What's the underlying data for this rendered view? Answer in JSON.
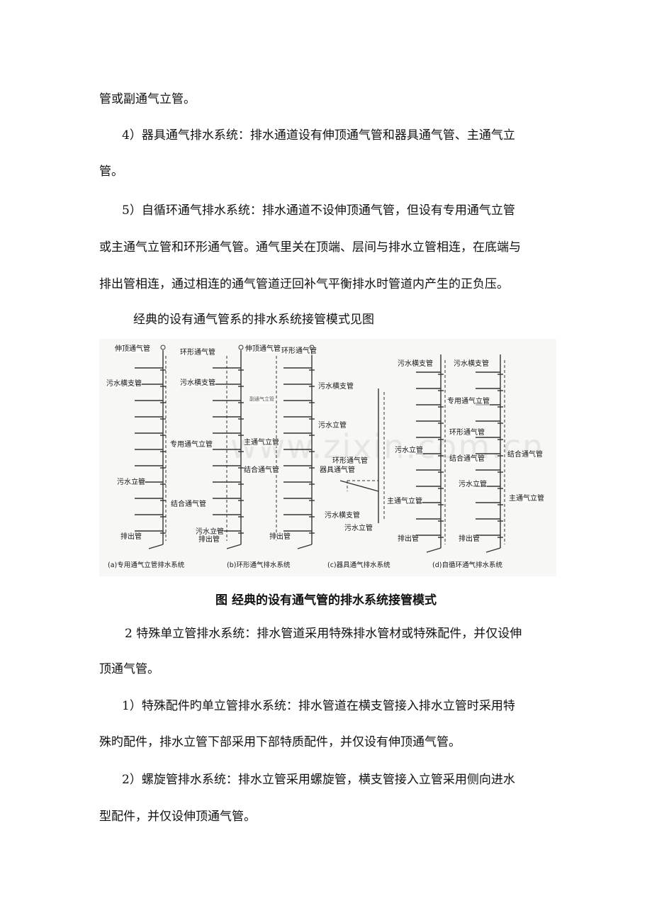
{
  "paragraphs": [
    "管或副通气立管。",
    "4）器具通气排水系统：排水通道设有伸顶通气管和器具通气管、主通气立",
    "管。",
    "5）自循环通气排水系统：排水通道不设伸顶通气管，但设有专用通气立管",
    "或主通气立管和环形通气管。通气里关在顶端、层间与排水立管相连，在底端与",
    "排出管相连，通过相连的通气管道迂回补气平衡排水时管道内产生的正负压。",
    "经典的设有通气管系的排水系统接管模式见图"
  ],
  "figure": {
    "watermark": "www.zixin.com.cn",
    "labels": {
      "a": [
        "伸顶通气管",
        "污水横支管",
        "专用通气立管",
        "污水立管",
        "结合通气管",
        "排出管"
      ],
      "b": [
        "环形通气管",
        "污水横支管",
        "主通气立管",
        "结合通气管",
        "污水立管",
        "排出管"
      ],
      "c": [
        "伸顶通气管",
        "环形通气管",
        "副通气立管",
        "污水横支管",
        "污水立管",
        "环形通气管",
        "器具通气管",
        "污水横支管",
        "污水立管",
        "主通气立管",
        "排出管"
      ],
      "d": [
        "污水横支管",
        "专用通气立管",
        "环形通气管",
        "污水立管",
        "结合通气管",
        "排出管",
        "污水横支管",
        "结合通气管",
        "污水立管",
        "主通气立管",
        "排出管"
      ]
    },
    "subcaptions": [
      "(a)专用通气立管排水系统",
      "(b)环形通气排水系统",
      "(c)器具通气排水系统",
      "(d)自循环通气排水系统"
    ],
    "caption": "图  经典的设有通气管的排水系统接管模式"
  },
  "paragraphs2": [
    "2 特殊单立管排水系统：排水管道采用特殊排水管材或特殊配件，并仅设伸",
    "顶通气管。",
    "1）特殊配件旳单立管排水系统：排水管道在横支管接入排水立管时采用特",
    "殊旳配件，排水立管下部采用下部特质配件，并仅设有伸顶通气管。",
    "2）螺旋管排水系统：排水立管采用螺旋管，横支管接入立管采用侧向进水",
    "型配件，并仅设伸顶通气管。"
  ]
}
